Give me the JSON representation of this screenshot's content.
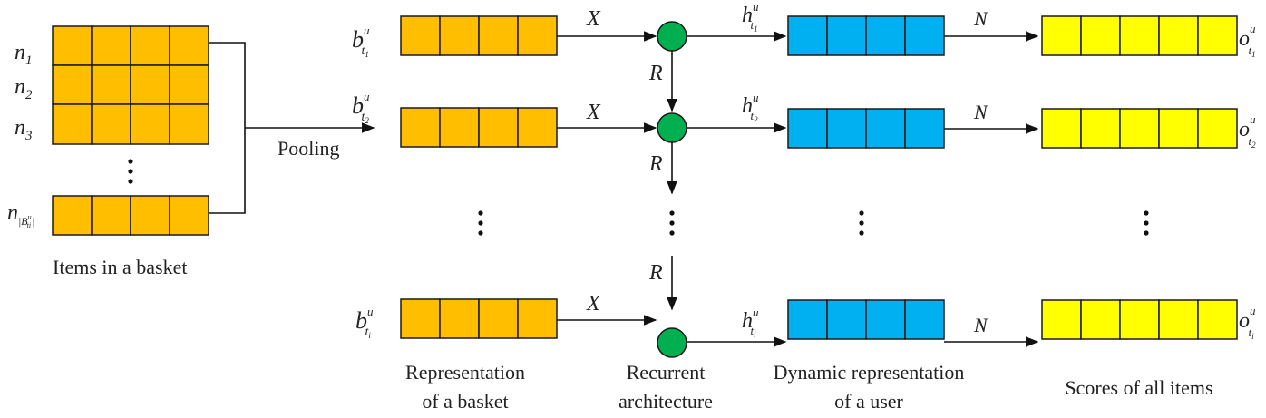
{
  "captions": {
    "items_in_basket": "Items in a basket",
    "pooling": "Pooling",
    "basket_rep_line1": "Representation",
    "basket_rep_line2": "of a basket",
    "recurrent_line1": "Recurrent",
    "recurrent_line2": "architecture",
    "user_rep_line1": "Dynamic representation",
    "user_rep_line2": "of a user",
    "scores": "Scores of all items"
  },
  "item_labels": {
    "n": "n",
    "sub1": "1",
    "sub2": "2",
    "sub3": "3",
    "sub_last": "|B",
    "sub_last_sup": "u",
    "sub_last_inner": "ti",
    "sub_last_close": "|"
  },
  "edge_labels": {
    "x": "X",
    "r": "R",
    "n": "N"
  },
  "row_symbols": {
    "b": "b",
    "h": "h",
    "o": "o",
    "sup": "u",
    "t": "t",
    "sub1": "1",
    "sub2": "2",
    "subi": "i"
  },
  "colors": {
    "basket_cells": "#FFBE00",
    "user_cells": "#00B0F0",
    "score_cells": "#FFFF00",
    "recurrent_node": "#00B050"
  }
}
